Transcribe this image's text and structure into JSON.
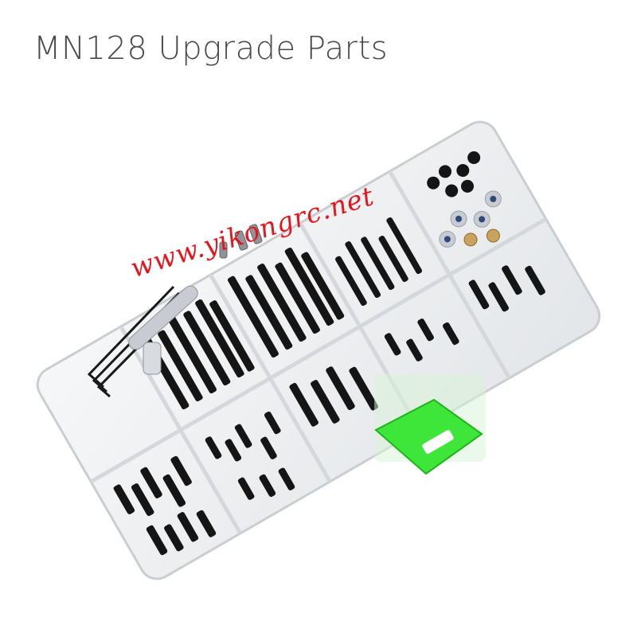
{
  "title": "MN128 Upgrade Parts",
  "watermark": "www.yikongrc.net",
  "image": {
    "subject": "clear plastic compartment organizer box with black screws, nuts, brass bushings, hex keys and a cross wrench",
    "colors": {
      "background": "#ffffff",
      "box_plastic": "#eef0f2",
      "box_edge": "#c9ced3",
      "screw_black": "#151515",
      "nut_silver": "#c8ccd2",
      "nut_blue_insert": "#2e4a7a",
      "brass": "#c9a25c",
      "latch_green": "#3ee63a",
      "watermark_red": "#e8141a"
    }
  }
}
